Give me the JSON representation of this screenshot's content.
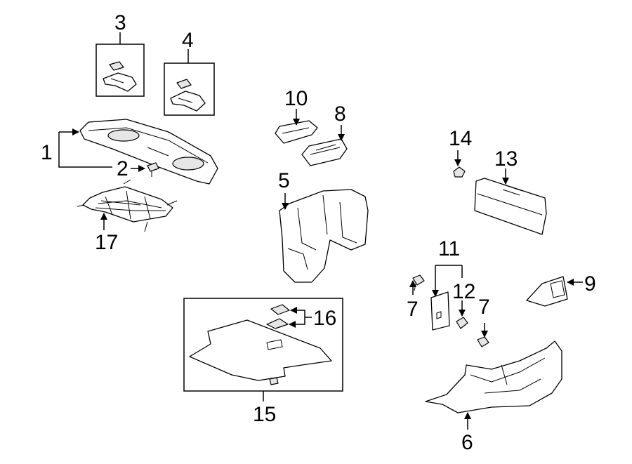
{
  "callouts": {
    "c1": "1",
    "c2": "2",
    "c3": "3",
    "c4": "4",
    "c5": "5",
    "c6": "6",
    "c7a": "7",
    "c7b": "7",
    "c8": "8",
    "c9": "9",
    "c10": "10",
    "c11": "11",
    "c12": "12",
    "c13": "13",
    "c14": "14",
    "c15": "15",
    "c16": "16",
    "c17": "17"
  },
  "colors": {
    "line": "#000000",
    "background": "#ffffff"
  }
}
